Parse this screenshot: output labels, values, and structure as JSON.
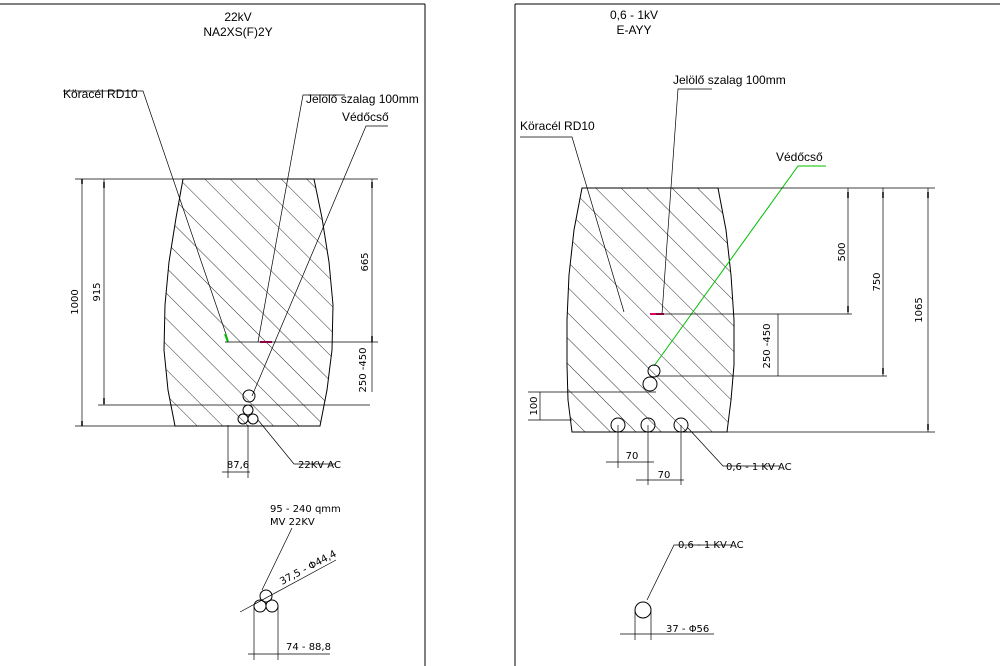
{
  "left_panel": {
    "title_line1": "22kV",
    "title_line2": "NA2XS(F)2Y",
    "label_rebar": "Köracél RD10",
    "label_tape": "Jelölő szalag 100mm",
    "label_duct": "Védőcső",
    "dim_total": "1000",
    "dim_915": "915",
    "dim_665": "665",
    "dim_range": "250 -450",
    "dim_offset": "87,6",
    "cable_label": "22KV AC",
    "detail_line1": "95 - 240 qmm",
    "detail_line2": "MV 22KV",
    "detail_diam": "37,5 - Φ44,4",
    "detail_width": "74 - 88,8"
  },
  "right_panel": {
    "title_line1": "0,6 - 1kV",
    "title_line2": "E-AYY",
    "label_tape": "Jelölő szalag 100mm",
    "label_rebar": "Köracél RD10",
    "label_duct": "Védőcső",
    "dim_500": "500",
    "dim_750": "750",
    "dim_1065": "1065",
    "dim_range": "250 -450",
    "dim_100": "100",
    "dim_70a": "70",
    "dim_70b": "70",
    "cable_label": "0,6 - 1 KV AC",
    "detail_label": "0,6 - 1 KV AC",
    "detail_diam": "37 - Φ56"
  },
  "colors": {
    "green": "#00c000",
    "magenta": "#e0006a",
    "line": "#000000"
  }
}
